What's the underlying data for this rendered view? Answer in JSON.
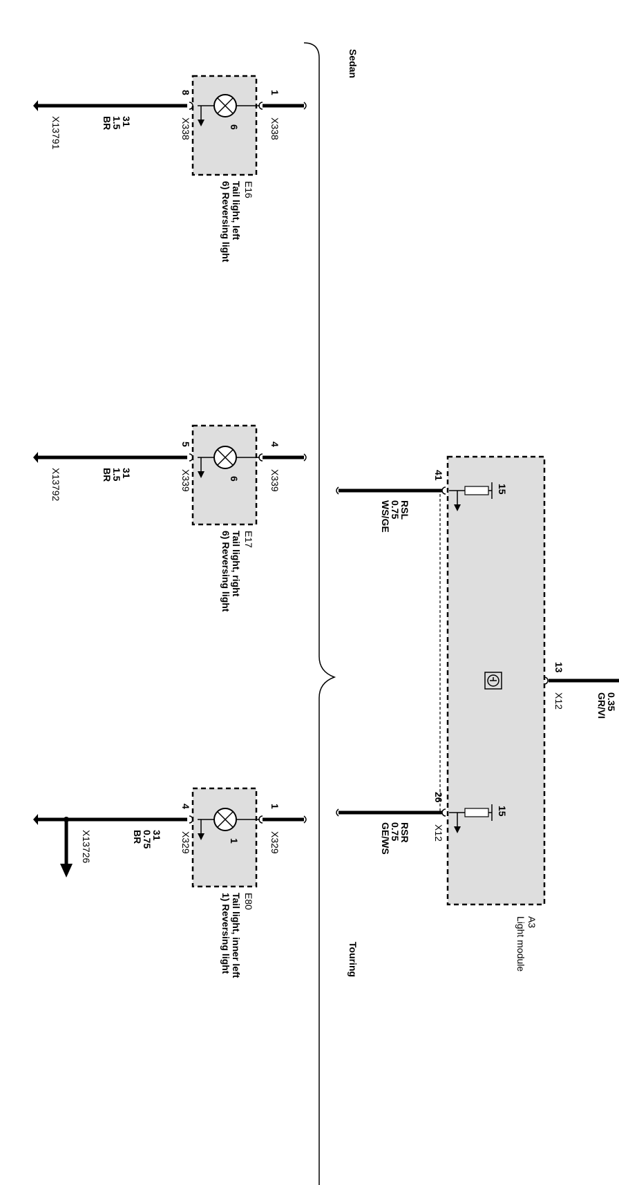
{
  "diagram": {
    "labels": {
      "sedan": "Sedan",
      "touring": "Touring"
    },
    "module": {
      "id": "A3",
      "name": "Light module",
      "symbol": "module-ground-icon",
      "pins": {
        "top": {
          "pin": "13",
          "connector": "X12",
          "size": "0.35",
          "color": "GR/VI"
        },
        "rsl": {
          "pin": "41",
          "signal": "RSL",
          "size": "0.75",
          "color": "WS/GE",
          "fuse": "15"
        },
        "rsr": {
          "pin": "26",
          "connector": "X12",
          "signal": "RSR",
          "size": "0.75",
          "color": "GE/WS",
          "fuse": "15"
        }
      }
    },
    "lamps": [
      {
        "id": "E16",
        "name": "Tail light, left",
        "note": "6) Reversing light",
        "number": "6",
        "pin_in": "1",
        "pin_out": "8",
        "connector_in": "X338",
        "connector_out": "X338",
        "ground_wire": {
          "signal": "31",
          "size": "1.5",
          "color": "BR"
        },
        "ground": "X13791"
      },
      {
        "id": "E17",
        "name": "Tail light, right",
        "note": "6) Reversing light",
        "number": "6",
        "pin_in": "4",
        "pin_out": "5",
        "connector_in": "X339",
        "connector_out": "X339",
        "ground_wire": {
          "signal": "31",
          "size": "1.5",
          "color": "BR"
        },
        "ground": "X13792"
      },
      {
        "id": "E80",
        "name": "Tail light, inner left",
        "note": "1) Reversing light",
        "number": "1",
        "pin_in": "1",
        "pin_out": "4",
        "connector_in": "X329",
        "connector_out": "X329",
        "ground_wire": {
          "signal": "31",
          "size": "0.75",
          "color": "BR"
        },
        "ground": "X13726"
      }
    ]
  }
}
